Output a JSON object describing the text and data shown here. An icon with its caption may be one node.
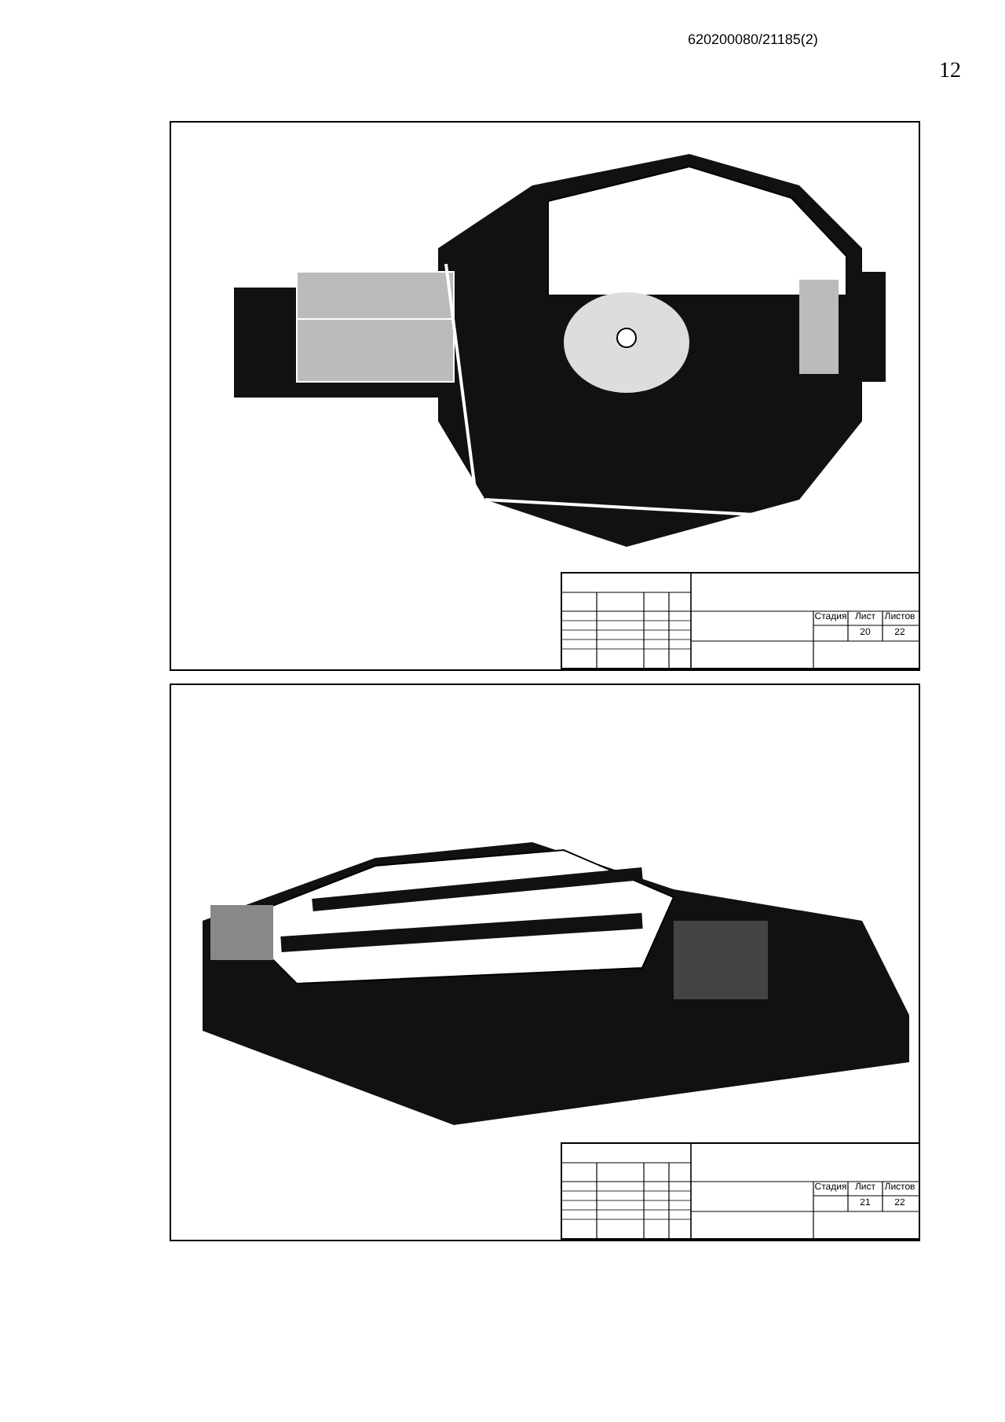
{
  "diagram": {
    "labels": [
      "620200080/21185(2)",
      "12",
      "Стадия",
      "Лист",
      "Листов",
      "20",
      "22",
      "Стадия",
      "Лист",
      "Листов",
      "21",
      "22"
    ]
  }
}
